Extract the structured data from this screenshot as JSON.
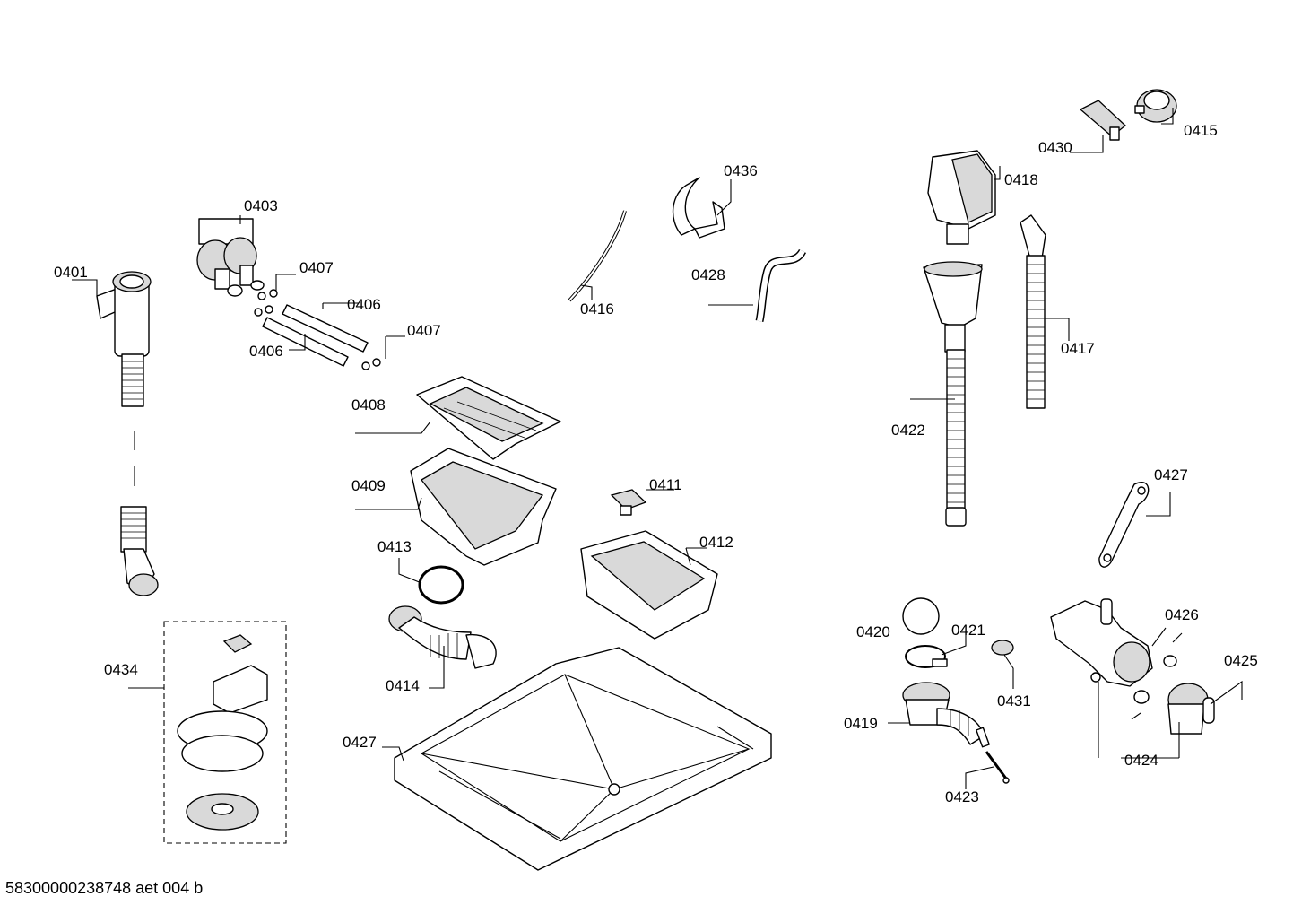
{
  "footer": "58300000238748 aet 004 b",
  "labels": {
    "p0401": "0401",
    "p0403": "0403",
    "p0406a": "0406",
    "p0406b": "0406",
    "p0407a": "0407",
    "p0407b": "0407",
    "p0408": "0408",
    "p0409": "0409",
    "p0411": "0411",
    "p0412": "0412",
    "p0413": "0413",
    "p0414": "0414",
    "p0415": "0415",
    "p0416": "0416",
    "p0417": "0417",
    "p0418": "0418",
    "p0419": "0419",
    "p0420": "0420",
    "p0421": "0421",
    "p0422": "0422",
    "p0423": "0423",
    "p0424": "0424",
    "p0425": "0425",
    "p0426": "0426",
    "p0427a": "0427",
    "p0427b": "0427",
    "p0428": "0428",
    "p0430": "0430",
    "p0431": "0431",
    "p0434": "0434",
    "p0436": "0436"
  }
}
